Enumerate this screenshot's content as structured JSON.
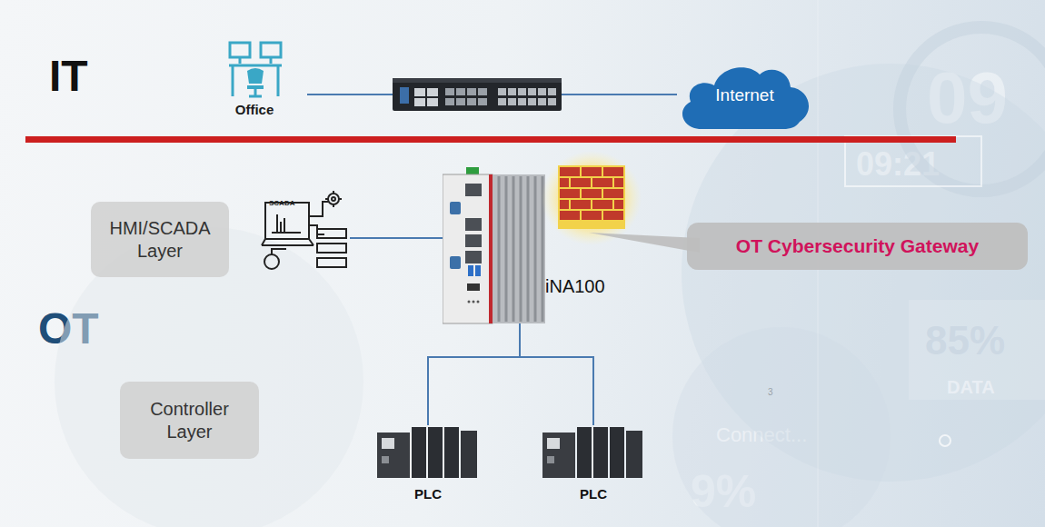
{
  "diagram": {
    "nodes": [
      {
        "text": [
          "Office"
        ]
      },
      {
        "text": [
          "Internet"
        ]
      },
      {
        "text": [
          "HMI/SCADA Layer"
        ]
      },
      {
        "text": [
          "SCADA"
        ]
      },
      {
        "text": [
          "iNA100"
        ]
      },
      {
        "text": [
          "OT Cybersecurity Gateway"
        ]
      },
      {
        "text": [
          "Controller Layer"
        ]
      },
      {
        "text": [
          "PLC"
        ]
      },
      {
        "text": [
          "PLC"
        ]
      }
    ],
    "edges": [
      {
        "from": 3,
        "to": 4,
        "arrow": "none"
      },
      {
        "from": 4,
        "to": 7,
        "arrow": "none"
      },
      {
        "from": 4,
        "to": 8,
        "arrow": "none"
      }
    ],
    "labels": [
      "IT",
      "OT",
      "09",
      "09:21",
      "85%",
      "DATA",
      "Connect...",
      "3",
      "9%"
    ]
  }
}
